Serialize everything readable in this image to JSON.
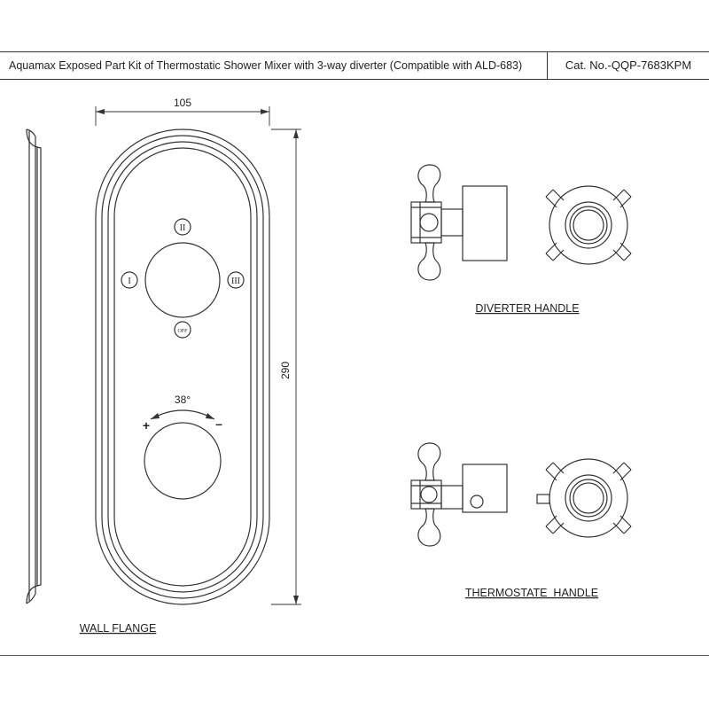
{
  "header": {
    "title": "Aquamax Exposed Part Kit of Thermostatic Shower Mixer with 3-way diverter (Compatible with ALD-683)",
    "cat_no": "Cat. No.-QQP-7683KPM"
  },
  "dimensions": {
    "width": "105",
    "height": "290",
    "angle": "38°"
  },
  "diverter_positions": {
    "top": "II",
    "left": "I",
    "right": "III",
    "bottom": "OFF"
  },
  "thermostat_signs": {
    "plus": "+",
    "minus": "–"
  },
  "labels": {
    "diverter_handle": "DIVERTER HANDLE",
    "thermostat_handle": "THERMOSTATE  HANDLE",
    "wall_flange": "WALL FLANGE"
  }
}
